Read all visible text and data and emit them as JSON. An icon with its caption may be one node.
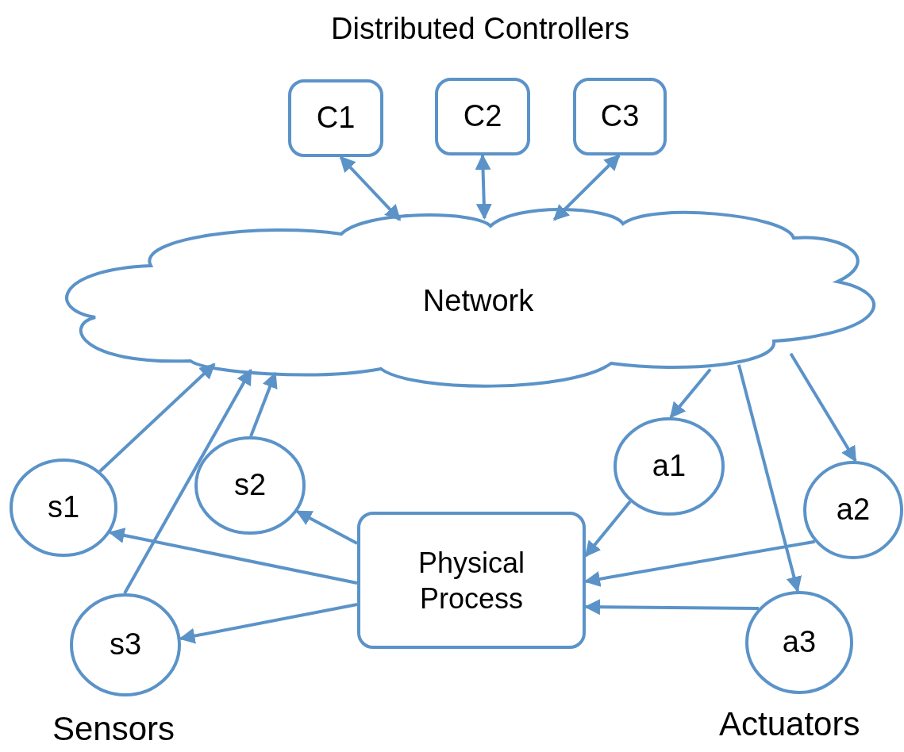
{
  "diagram": {
    "nodes": [
      {
        "text": [
          "C1"
        ]
      },
      {
        "text": [
          "C2"
        ]
      },
      {
        "text": [
          "C3"
        ]
      },
      {
        "text": [
          "Network"
        ]
      },
      {
        "text": [
          "s1"
        ]
      },
      {
        "text": [
          "s2"
        ]
      },
      {
        "text": [
          "s3"
        ]
      },
      {
        "text": [
          "Physical Process"
        ]
      },
      {
        "text": [
          "a1"
        ]
      },
      {
        "text": [
          "a2"
        ]
      },
      {
        "text": [
          "a3"
        ]
      }
    ],
    "edges": [
      {
        "from": 0,
        "to": 3,
        "arrow": "both"
      },
      {
        "from": 1,
        "to": 3,
        "arrow": "both"
      },
      {
        "from": 2,
        "to": 3,
        "arrow": "both"
      },
      {
        "from": 4,
        "to": 3,
        "arrow": "to"
      },
      {
        "from": 6,
        "to": 3,
        "arrow": "to"
      },
      {
        "from": 5,
        "to": 3,
        "arrow": "to"
      },
      {
        "from": 7,
        "to": 4,
        "arrow": "to"
      },
      {
        "from": 7,
        "to": 5,
        "arrow": "to"
      },
      {
        "from": 7,
        "to": 6,
        "arrow": "to"
      },
      {
        "from": 3,
        "to": 8,
        "arrow": "to"
      },
      {
        "from": 3,
        "to": 9,
        "arrow": "to"
      },
      {
        "from": 3,
        "to": 10,
        "arrow": "to"
      },
      {
        "from": 8,
        "to": 7,
        "arrow": "to"
      },
      {
        "from": 9,
        "to": 7,
        "arrow": "to"
      },
      {
        "from": 10,
        "to": 7,
        "arrow": "to"
      }
    ],
    "labels": [
      "Distributed Controllers",
      "Sensors",
      "Actuators"
    ]
  }
}
